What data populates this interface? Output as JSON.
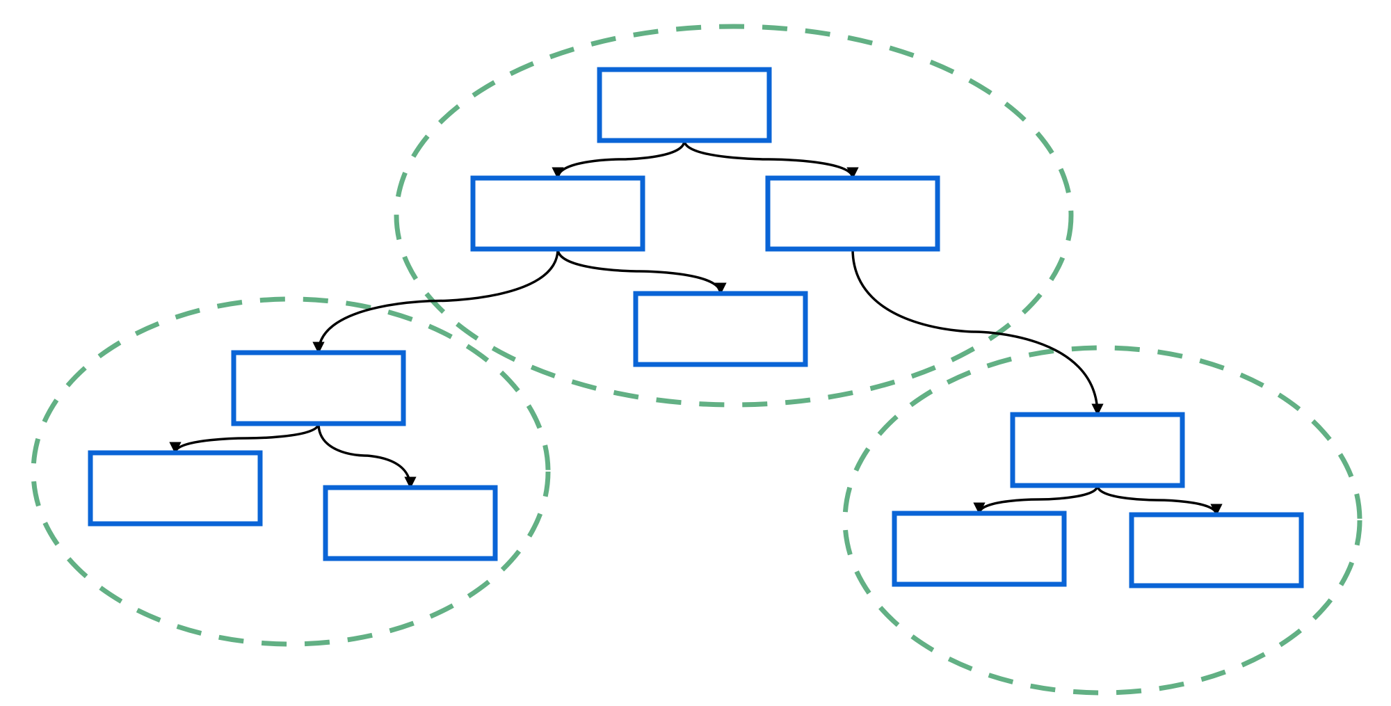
{
  "colors": {
    "node_border": "#0a64d6",
    "node_fill": "#ffffff",
    "group_border": "#62b084",
    "edge": "#000000",
    "background": "#ffffff"
  },
  "groups": [
    {
      "id": "group-top"
    },
    {
      "id": "group-left"
    },
    {
      "id": "group-right"
    }
  ],
  "nodes": [
    {
      "id": "root",
      "label": ""
    },
    {
      "id": "root-child-left",
      "label": ""
    },
    {
      "id": "root-child-right",
      "label": ""
    },
    {
      "id": "root-child-left-leaf",
      "label": ""
    },
    {
      "id": "left-subtree-root",
      "label": ""
    },
    {
      "id": "left-subtree-child-1",
      "label": ""
    },
    {
      "id": "left-subtree-child-2",
      "label": ""
    },
    {
      "id": "right-subtree-root",
      "label": ""
    },
    {
      "id": "right-subtree-child-1",
      "label": ""
    },
    {
      "id": "right-subtree-child-2",
      "label": ""
    }
  ],
  "edges": [
    {
      "from": "root",
      "to": "root-child-left"
    },
    {
      "from": "root",
      "to": "root-child-right"
    },
    {
      "from": "root-child-left",
      "to": "left-subtree-root"
    },
    {
      "from": "root-child-left",
      "to": "root-child-left-leaf"
    },
    {
      "from": "root-child-right",
      "to": "right-subtree-root"
    },
    {
      "from": "left-subtree-root",
      "to": "left-subtree-child-1"
    },
    {
      "from": "left-subtree-root",
      "to": "left-subtree-child-2"
    },
    {
      "from": "right-subtree-root",
      "to": "right-subtree-child-1"
    },
    {
      "from": "right-subtree-root",
      "to": "right-subtree-child-2"
    }
  ]
}
